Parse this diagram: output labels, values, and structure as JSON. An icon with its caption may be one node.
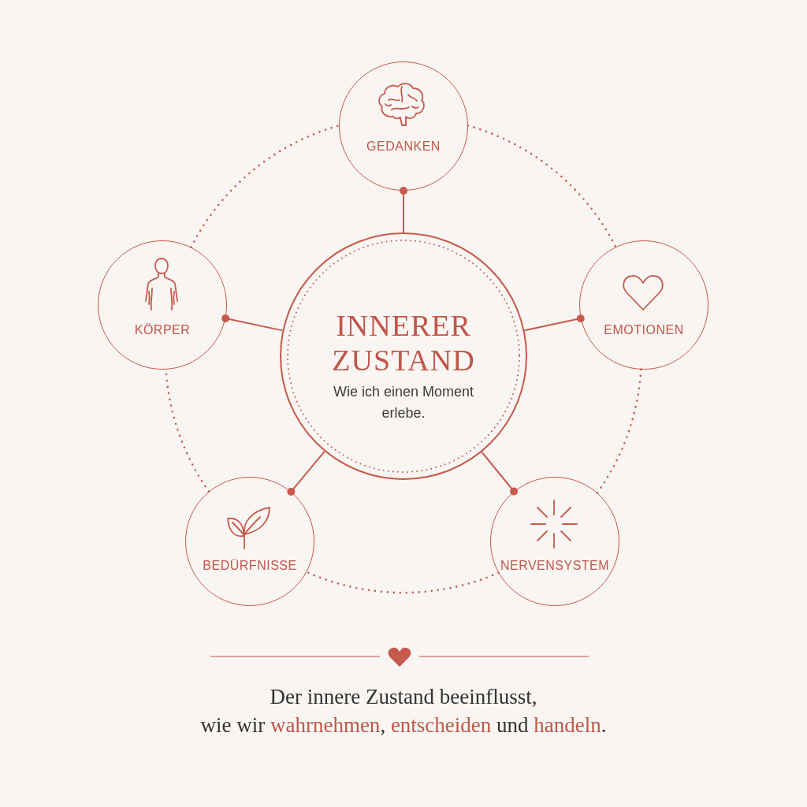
{
  "diagram": {
    "caption": "Der innere Zustand beeinflusst, wie wir **wahrnehmen**, **entscheiden** und **handeln**.",
    "nodes": [
      {
        "text": [
          "GEDANKEN"
        ]
      },
      {
        "text": [
          "KÖRPER"
        ]
      },
      {
        "text": [
          "INNERER ZUSTAND",
          "Wie ich einen Moment erlebe."
        ]
      },
      {
        "text": [
          "EMOTIONEN"
        ]
      },
      {
        "text": [
          "BEDÜRFNISSE"
        ]
      },
      {
        "text": [
          "NERVENSYSTEM"
        ]
      }
    ],
    "edges": [
      {
        "from": 2,
        "to": 0,
        "arrow": "other"
      },
      {
        "from": 2,
        "to": 1,
        "arrow": "other"
      },
      {
        "from": 2,
        "to": 3,
        "arrow": "other"
      },
      {
        "from": 2,
        "to": 4,
        "arrow": "other"
      },
      {
        "from": 2,
        "to": 5,
        "arrow": "other"
      },
      {
        "from": 0,
        "to": 3,
        "arrow": "none",
        "style": "dashed"
      },
      {
        "from": 3,
        "to": 5,
        "arrow": "none",
        "style": "dashed"
      },
      {
        "from": 5,
        "to": 4,
        "arrow": "none",
        "style": "dashed"
      },
      {
        "from": 4,
        "to": 1,
        "arrow": "none",
        "style": "dashed"
      },
      {
        "from": 1,
        "to": 0,
        "arrow": "none",
        "style": "dashed"
      }
    ]
  }
}
